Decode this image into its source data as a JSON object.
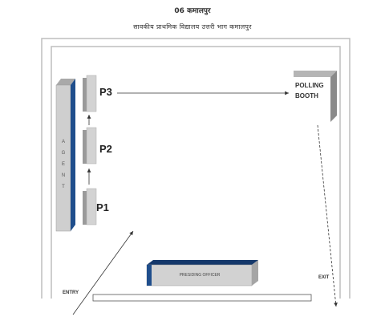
{
  "header": {
    "line1": "06 कमालपुर",
    "line2": "सावकीय प्राथमिक विद्यालय उत्तरी भाग  कमालपुर"
  },
  "diagram": {
    "p1": "P1",
    "p2": "P2",
    "p3": "P3",
    "agent": "A G E N T",
    "polling_booth_line1": "POLLING",
    "polling_booth_line2": "BOOTH",
    "presiding_officer": "PRESIDING OFFICER",
    "entry": "ENTRY",
    "exit": "EXIT"
  },
  "colors": {
    "accent_blue": "#1f4e8c",
    "panel_gray": "#c9c9c9",
    "panel_dark": "#8a8a8a",
    "wall": "#bdbdbd"
  }
}
